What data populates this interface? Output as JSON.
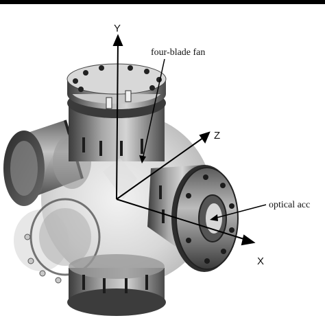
{
  "diagram": {
    "labels": {
      "fan": "four-blade fan",
      "optical": "optical acc"
    },
    "axes": {
      "y": "Y",
      "z": "Z",
      "x": "X"
    }
  }
}
